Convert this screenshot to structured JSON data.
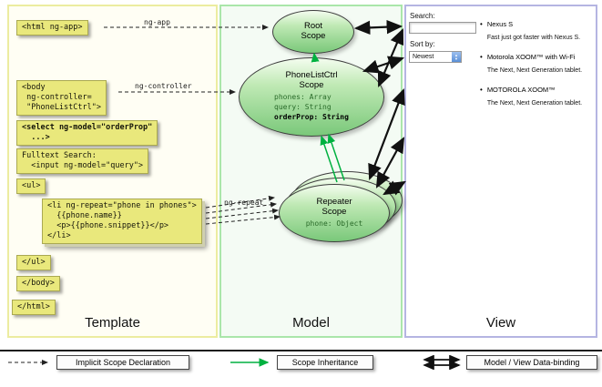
{
  "colors": {
    "code_box_bg": "#e9e87c",
    "scope_fill_top": "#f4fdef",
    "scope_fill_bottom": "#7ac87a",
    "inheritance_green": "#00b140",
    "template_border": "#ececa0",
    "model_border": "#aae6aa",
    "view_border": "#b5b5e2"
  },
  "columns": {
    "template_label": "Template",
    "model_label": "Model",
    "view_label": "View"
  },
  "code": {
    "html_open": "<html ng-app>",
    "body_open": "<body\n ng-controller=\n \"PhoneListCtrl\">",
    "select": "<select ng-model=\"orderProp\"\n  ...>",
    "fulltext": "Fulltext Search:\n  <input ng-model=\"query\">",
    "ul_open": "<ul>",
    "li_repeat": "<li ng-repeat=\"phone in phones\">\n  {{phone.name}}\n  <p>{{phone.snippet}}</p>\n</li>",
    "ul_close": "</ul>",
    "body_close": "</body>",
    "html_close": "</html>"
  },
  "arrow_labels": {
    "ng_app": "ng-app",
    "ng_controller": "ng-controller",
    "ng_repeat": "ng-repeat"
  },
  "scopes": {
    "root": {
      "title": "Root\nScope"
    },
    "phone_list_ctrl": {
      "title": "PhoneListCtrl\nScope",
      "props": [
        "phones: Array",
        "query: String"
      ],
      "bold_prop": "orderProp: String"
    },
    "repeater": {
      "title": "Repeater\nScope",
      "prop": "phone: Object"
    }
  },
  "view": {
    "search_label": "Search:",
    "sort_label": "Sort by:",
    "sort_value": "Newest",
    "phones": [
      {
        "name": "Nexus S",
        "snippet": "Fast just got faster with Nexus S."
      },
      {
        "name": "Motorola XOOM™ with Wi-Fi",
        "snippet": "The Next, Next Generation tablet."
      },
      {
        "name": "MOTOROLA XOOM™",
        "snippet": "The Next, Next Generation tablet."
      }
    ]
  },
  "legend": {
    "implicit": "Implicit Scope Declaration",
    "inheritance": "Scope Inheritance",
    "databinding": "Model / View Data-binding"
  }
}
